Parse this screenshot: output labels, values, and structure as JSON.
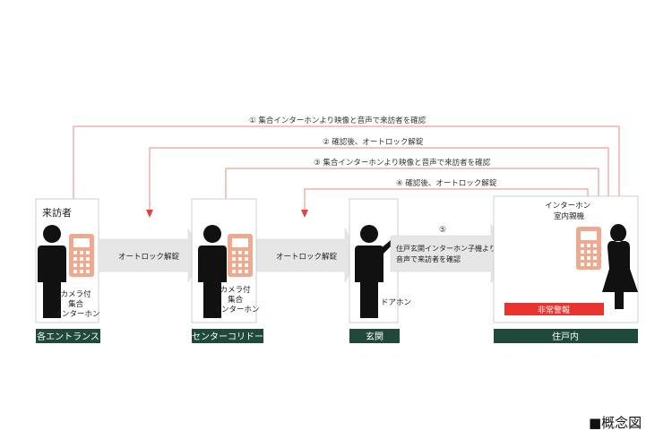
{
  "flows": [
    "① 集合インターホンより映像と音声で来訪者を確認",
    "② 確認後、オートロック解錠",
    "③ 集合インターホンより映像と音声で来訪者を確認",
    "④ 確認後、オートロック解錠"
  ],
  "zones": {
    "entrance": {
      "top_label": "来訪者",
      "device_label": [
        "カメラ付",
        "集合",
        "インターホン"
      ],
      "footer": "各エントランス"
    },
    "corridor": {
      "device_label": [
        "カメラ付",
        "集合",
        "インターホン"
      ],
      "footer": "センターコリドー"
    },
    "genkan": {
      "device_label": "ドアホン",
      "footer": "玄関"
    },
    "unit": {
      "device_label": [
        "インターホン",
        "室内親機"
      ],
      "alarm": "非常警報",
      "footer": "住戸内"
    }
  },
  "arrows": {
    "autolock1": "オートロック解錠",
    "autolock2": "オートロック解錠",
    "step5_num": "⑤",
    "step5": [
      "住戸玄関インターホン子機より",
      "音声で来訪者を確認"
    ]
  },
  "caption": "■概念図",
  "colors": {
    "flow_line": "#e88b7e",
    "arrow_head": "#e8403c",
    "device": "#f0a88e",
    "footer": "#1f4a3b",
    "alarm": "#e8332e",
    "big_arrow": "#e6e6e6",
    "person": "#111111"
  }
}
